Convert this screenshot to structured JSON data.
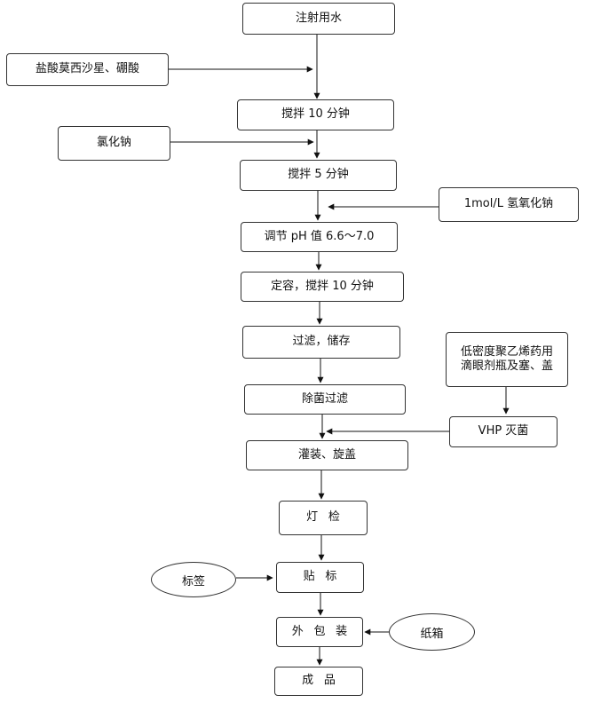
{
  "steps": {
    "water": "注射用水",
    "stir10a": "搅拌 10 分钟",
    "stir5": "搅拌 5 分钟",
    "adjust_ph": "调节 pH 值 6.6～7.0",
    "volume_stir": "定容，搅拌 10 分钟",
    "filter_store": "过滤，储存",
    "sterile_filter": "除菌过滤",
    "fill_cap": "灌装、旋盖",
    "light_inspect": "灯检",
    "label_apply": "贴标",
    "outer_pack": "外包装",
    "product": "成品"
  },
  "inputs": {
    "moxi_boric": "盐酸莫西沙星、硼酸",
    "nacl": "氯化钠",
    "naoh": "1mol/L 氢氧化钠",
    "ldpe": "低密度聚乙烯药用\n滴眼剂瓶及塞、盖",
    "vhp": "VHP 灭菌",
    "label": "标签",
    "carton": "纸箱"
  }
}
